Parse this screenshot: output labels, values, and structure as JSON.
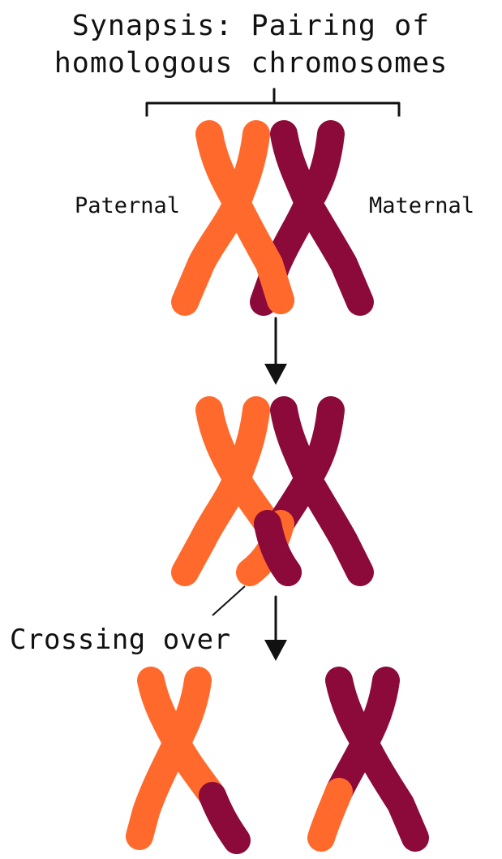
{
  "title": {
    "line1": "Synapsis: Pairing of",
    "line2": "homologous chromosomes"
  },
  "labels": {
    "paternal": "Paternal",
    "maternal": "Maternal",
    "crossing_over": "Crossing over"
  },
  "colors": {
    "paternal": "#ff6a2c",
    "maternal": "#8b0a3a",
    "ink": "#111111",
    "background": "#ffffff"
  },
  "stages": [
    "synapsis",
    "crossing-over",
    "recombinant-chromosomes"
  ]
}
